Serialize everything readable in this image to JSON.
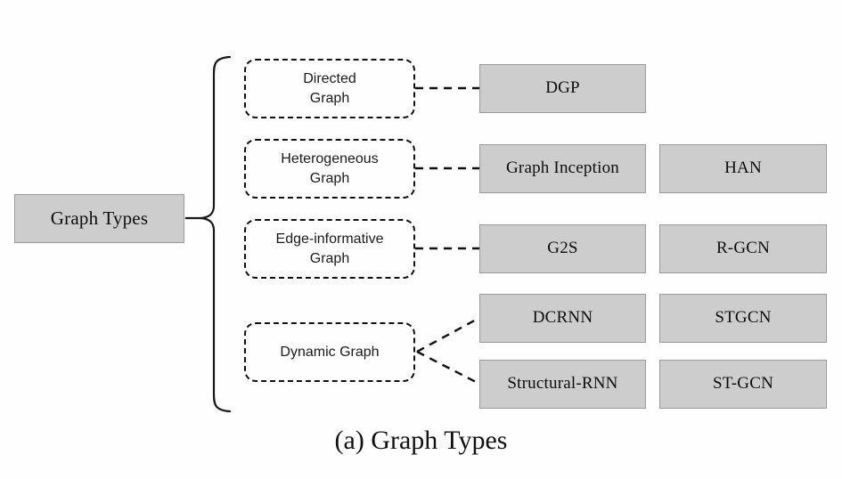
{
  "figure": {
    "caption": "(a) Graph Types",
    "background_color": "#fefefe",
    "box_fill_color": "#cdcdcd",
    "box_border_color": "#9a9a9a",
    "dashed_border_color": "#111111"
  },
  "root": {
    "label": "Graph Types"
  },
  "categories": [
    {
      "label": "Directed\nGraph",
      "line1": "Directed",
      "line2": "Graph"
    },
    {
      "label": "Heterogeneous\nGraph",
      "line1": "Heterogeneous",
      "line2": "Graph"
    },
    {
      "label": "Edge-informative\nGraph",
      "line1": "Edge-informative",
      "line2": "Graph"
    },
    {
      "label": "Dynamic Graph",
      "line1": "Dynamic Graph",
      "line2": ""
    }
  ],
  "models": {
    "row1": [
      {
        "label": "DGP"
      }
    ],
    "row2": [
      {
        "label": "Graph Inception"
      },
      {
        "label": "HAN"
      }
    ],
    "row3": [
      {
        "label": "G2S"
      },
      {
        "label": "R-GCN"
      }
    ],
    "row4": [
      {
        "label": "DCRNN"
      },
      {
        "label": "STGCN"
      }
    ],
    "row5": [
      {
        "label": "Structural-RNN"
      },
      {
        "label": "ST-GCN"
      }
    ]
  }
}
